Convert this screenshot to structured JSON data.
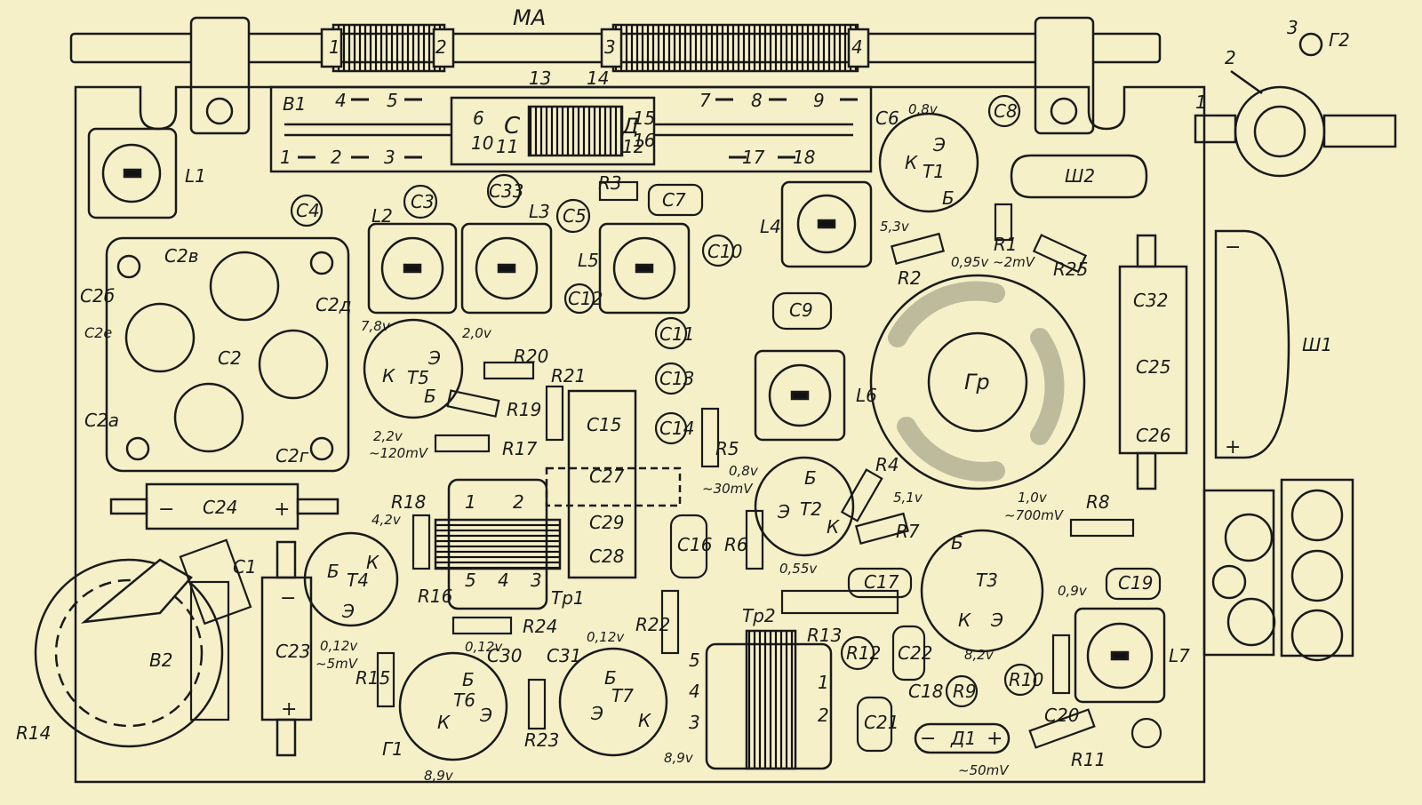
{
  "title": "МА",
  "coil_numbers": [
    "1",
    "2",
    "3",
    "4"
  ],
  "switch": {
    "name": "В1",
    "contacts": [
      "4",
      "5",
      "6",
      "7",
      "8",
      "9",
      "1",
      "2",
      "3",
      "10",
      "11",
      "12",
      "13",
      "14",
      "15",
      "16",
      "17",
      "18"
    ],
    "c_label": "С",
    "d_label": "Д"
  },
  "transistors": [
    {
      "name": "Т1"
    },
    {
      "name": "Т2"
    },
    {
      "name": "Т3"
    },
    {
      "name": "Т4"
    },
    {
      "name": "Т5"
    },
    {
      "name": "Т6"
    },
    {
      "name": "Т7"
    }
  ],
  "pins": {
    "e": "Э",
    "b": "Б",
    "k": "К"
  },
  "coils": [
    "L1",
    "L2",
    "L3",
    "L4",
    "L5",
    "L6",
    "L7"
  ],
  "capacitors": [
    "С1",
    "С2",
    "С2а",
    "С2б",
    "С2в",
    "С2г",
    "С2д",
    "С2е",
    "С3",
    "С4",
    "С5",
    "С6",
    "С7",
    "С8",
    "С9",
    "С10",
    "С11",
    "С12",
    "С13",
    "С14",
    "С15",
    "С16",
    "С17",
    "С18",
    "С19",
    "С20",
    "С21",
    "С22",
    "С23",
    "С24",
    "С25",
    "С26",
    "С27",
    "С28",
    "С29",
    "С30",
    "С31",
    "С32",
    "С33"
  ],
  "resistors": [
    "R1",
    "R2",
    "R3",
    "R4",
    "R5",
    "R6",
    "R7",
    "R8",
    "R9",
    "R10",
    "R11",
    "R12",
    "R13",
    "R14",
    "R15",
    "R16",
    "R17",
    "R18",
    "R19",
    "R20",
    "R21",
    "R22",
    "R23",
    "R24",
    "R25"
  ],
  "transformers": [
    "Тр1",
    "Тр2"
  ],
  "transformer_pins": [
    "1",
    "2",
    "3",
    "4",
    "5"
  ],
  "other": {
    "speaker": "Гр",
    "diode": "Д1",
    "jack1": "Г1",
    "jack2": "Г2",
    "socket1": "Ш1",
    "socket2": "Ш2",
    "switch2": "В2"
  },
  "voltages": [
    "0,8v",
    "5,3v",
    "0,95v ~2mV",
    "7,8v",
    "2,0v",
    "2,2v",
    "~120mV",
    "0,8v",
    "~30mV",
    "5,1v",
    "0,55v",
    "1,0v",
    "~700mV",
    "0,9v",
    "8,2v",
    "4,2v",
    "0,12v",
    "~5mV",
    "0,12v",
    "0,12v",
    "8,9v",
    "8,9v",
    "~50mV"
  ],
  "polarity": {
    "plus": "+",
    "minus": "−"
  },
  "g2_pins": [
    "1",
    "2",
    "3"
  ]
}
